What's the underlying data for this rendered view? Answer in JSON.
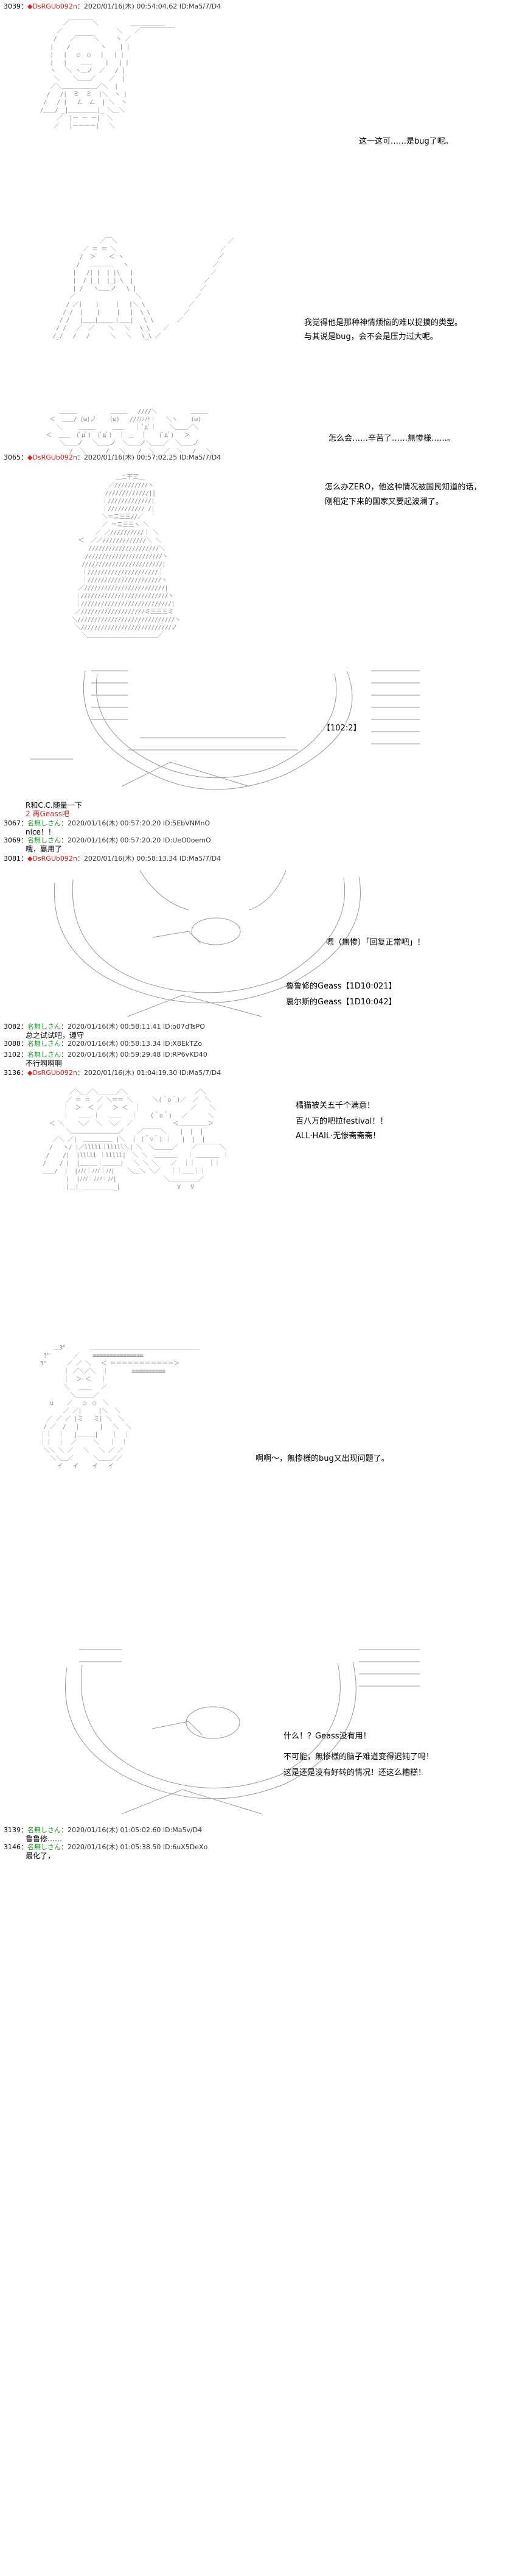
{
  "posts": [
    {
      "num": "3039：",
      "name": "◆DsRGUb092n",
      "meta": "：2020/01/16(木) 00:54:04.62 ID:Ma5/7/D4",
      "type": "red"
    },
    {
      "num": "3065：",
      "name": "◆DsRGUb092n",
      "meta": "：2020/01/16(木) 00:57:02.25 ID:Ma5/7/D4",
      "type": "red"
    },
    {
      "num": "3067：",
      "name": "名無しさん",
      "meta": "：2020/01/16(木) 00:57:20.20 ID:5EbVNMnO",
      "type": "green"
    },
    {
      "num": "3069：",
      "name": "名無しさん",
      "meta": "：2020/01/16(木) 00:57:20.20 ID:UeO0oemO",
      "type": "green"
    },
    {
      "num": "3081：",
      "name": "◆DsRGUb092n",
      "meta": "：2020/01/16(木) 00:58:13.34 ID:Ma5/7/D4",
      "type": "red"
    },
    {
      "num": "3082：",
      "name": "名無しさん",
      "meta": "：2020/01/16(木) 00:58:11.41 ID:o07dTsPO",
      "type": "green"
    },
    {
      "num": "3088：",
      "name": "名無しさん",
      "meta": "：2020/01/16(木) 00:58:13.34 ID:X8EkTZo",
      "type": "green"
    },
    {
      "num": "3102：",
      "name": "名無しさん",
      "meta": "：2020/01/16(木) 00:59:29.48 ID:RP6vKD40",
      "type": "green"
    },
    {
      "num": "3136：",
      "name": "◆DsRGUb092n",
      "meta": "：2020/01/16(木) 01:04:19.30 ID:Ma5/7/D4",
      "type": "red"
    },
    {
      "num": "3139：",
      "name": "名無しさん",
      "meta": "：2020/01/16(木) 01:05:02.60 ID:Ma5v/D4",
      "type": "green"
    },
    {
      "num": "3146：",
      "name": "名無しさん",
      "meta": "：2020/01/16(木) 01:05:38.50 ID:6uX5DeXo",
      "type": "green"
    }
  ],
  "dialogs": [
    "这一这可……是bug了呢。",
    "我觉得他是那种神情烦恼的难以捉摸的类型。",
    "与其说是bug，会不会是压力过大呢。",
    "怎么会……辛苦了……無惨様……。",
    "怎么办ZERO，他这种情况被国民知道的话，",
    "刚租定下来的国家又要起波澜了。",
    "【102:2】",
    "嗯（無惨）「回复正常吧」！",
    "魯鲁修的Geass【1D10:021】",
    "裏尔斯的Geass【1D10:042】",
    "橘猫被关五千个满意！",
    "百八万的吧拉festival！！",
    "ALL·HAIL·无惨斋斋斋！",
    "啊啊～，無惨様的bug又出现问题了。",
    "什么！？Geass没有用！",
    "不可能，無惨様的脑子难道变得迟钝了吗！",
    "这是还是没有好转的情况！还这么糟糕！"
  ],
  "replies": {
    "r3067a": "R和C.C.随量一下",
    "r3067b": "2 再Geass吧",
    "r3069": "nice！！",
    "r3081": "哦，赢用了",
    "r3082": "总之试试吧，遵守",
    "r3102": "不行啊啊啊",
    "r3139": "鲁鲁修……",
    "r3146": "最化了，"
  }
}
